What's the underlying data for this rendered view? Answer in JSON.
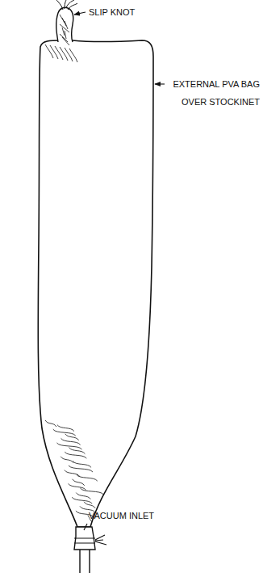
{
  "diagram": {
    "labels": [
      "SLIP KNOT",
      "EXTERNAL PVA BAG OVER STOCKINET",
      "VACUUM INLET"
    ]
  }
}
